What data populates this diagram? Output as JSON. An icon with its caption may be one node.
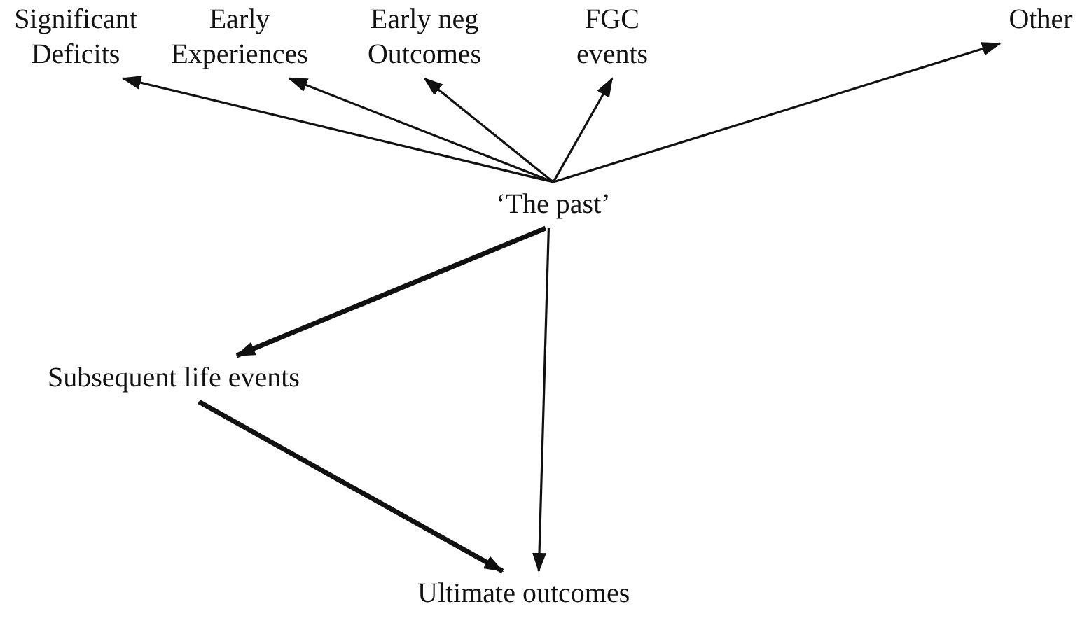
{
  "diagram": {
    "nodes": [
      {
        "text": [
          "Significant Deficits"
        ]
      },
      {
        "text": [
          "Early Experiences"
        ]
      },
      {
        "text": [
          "Early neg Outcomes"
        ]
      },
      {
        "text": [
          "FGC events"
        ]
      },
      {
        "text": [
          "Other"
        ]
      },
      {
        "text": [
          "‘The past’"
        ]
      },
      {
        "text": [
          "Subsequent life events"
        ]
      },
      {
        "text": [
          "Ultimate outcomes"
        ]
      }
    ],
    "edges": [
      {
        "from": 5,
        "to": 0,
        "arrow": "to"
      },
      {
        "from": 5,
        "to": 1,
        "arrow": "to"
      },
      {
        "from": 5,
        "to": 2,
        "arrow": "to"
      },
      {
        "from": 5,
        "to": 3,
        "arrow": "to"
      },
      {
        "from": 5,
        "to": 4,
        "arrow": "to"
      },
      {
        "from": 5,
        "to": 6,
        "arrow": "to",
        "style": "thick"
      },
      {
        "from": 5,
        "to": 7,
        "arrow": "to"
      },
      {
        "from": 6,
        "to": 7,
        "arrow": "to",
        "style": "thick"
      }
    ]
  }
}
